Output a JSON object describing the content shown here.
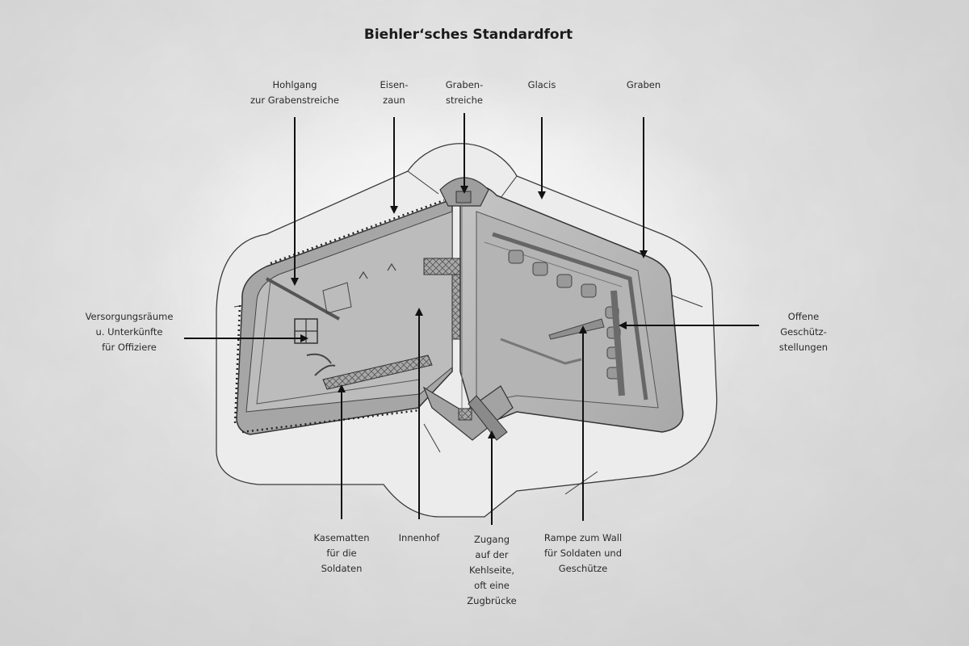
{
  "title": "Biehler‘sches Standardfort",
  "labels": {
    "hohlgang": "Hohlgang\nzur Grabenstreiche",
    "eisenzaun": "Eisen-\nzaun",
    "grabenstreiche": "Graben-\nstreiche",
    "glacis": "Glacis",
    "graben": "Graben",
    "versorgung": "Versorgungsräume\nu. Unterkünfte\nfür Offiziere",
    "geschuetz": "Offene\nGeschütz-\nstellungen",
    "kasematten": "Kasematten\nfür die\nSoldaten",
    "innenhof": "Innenhof",
    "zugang": "Zugang\nauf der\nKehlseite,\noft eine\nZugbrücke",
    "rampe": "Rampe zum Wall\nfür Soldaten und\nGeschütze"
  },
  "colors": {
    "ink": "#1a1a1a",
    "fort_fill": "#b8b8b8",
    "glacis_fill": "#e6e6e6",
    "line": "#3a3a3a"
  }
}
